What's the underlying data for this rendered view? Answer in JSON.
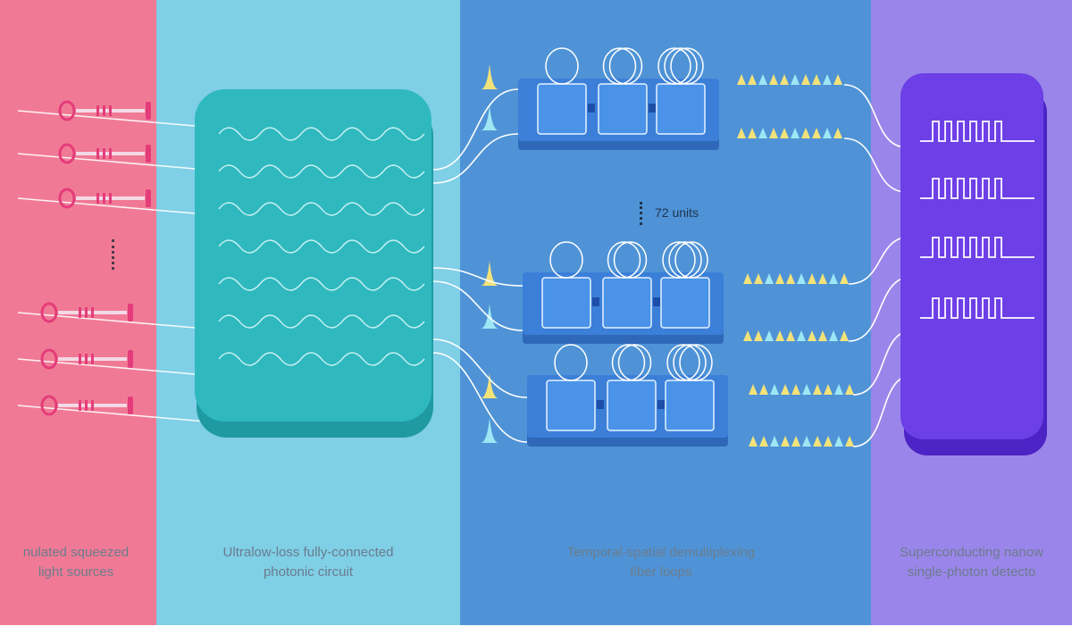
{
  "panels": [
    {
      "id": "sources",
      "label_lines": [
        "nulated squeezed",
        "light sources"
      ],
      "color": "#f07a95"
    },
    {
      "id": "circuit",
      "label_lines": [
        "Ultralow-loss fully-connected",
        "photonic circuit"
      ],
      "color": "#7fcfe6"
    },
    {
      "id": "loops",
      "label_lines": [
        "Temporal-spatial demultiplexing",
        "fiber loops"
      ],
      "color": "#4f93d6"
    },
    {
      "id": "detectors",
      "label_lines": [
        "Superconducting nanow",
        "single-photon detecto"
      ],
      "color": "#9a86ea"
    }
  ],
  "units_label": "72 units",
  "colors": {
    "circuit_chip": "#2fb9bf",
    "loop_module": "#3b7fd9",
    "loop_box": "#4a93e8",
    "detector_chip": "#6d3fe6",
    "pulse_yellow": "#f3e27a",
    "pulse_cyan": "#9fe6f5",
    "source_ring": "#e43c7a"
  }
}
